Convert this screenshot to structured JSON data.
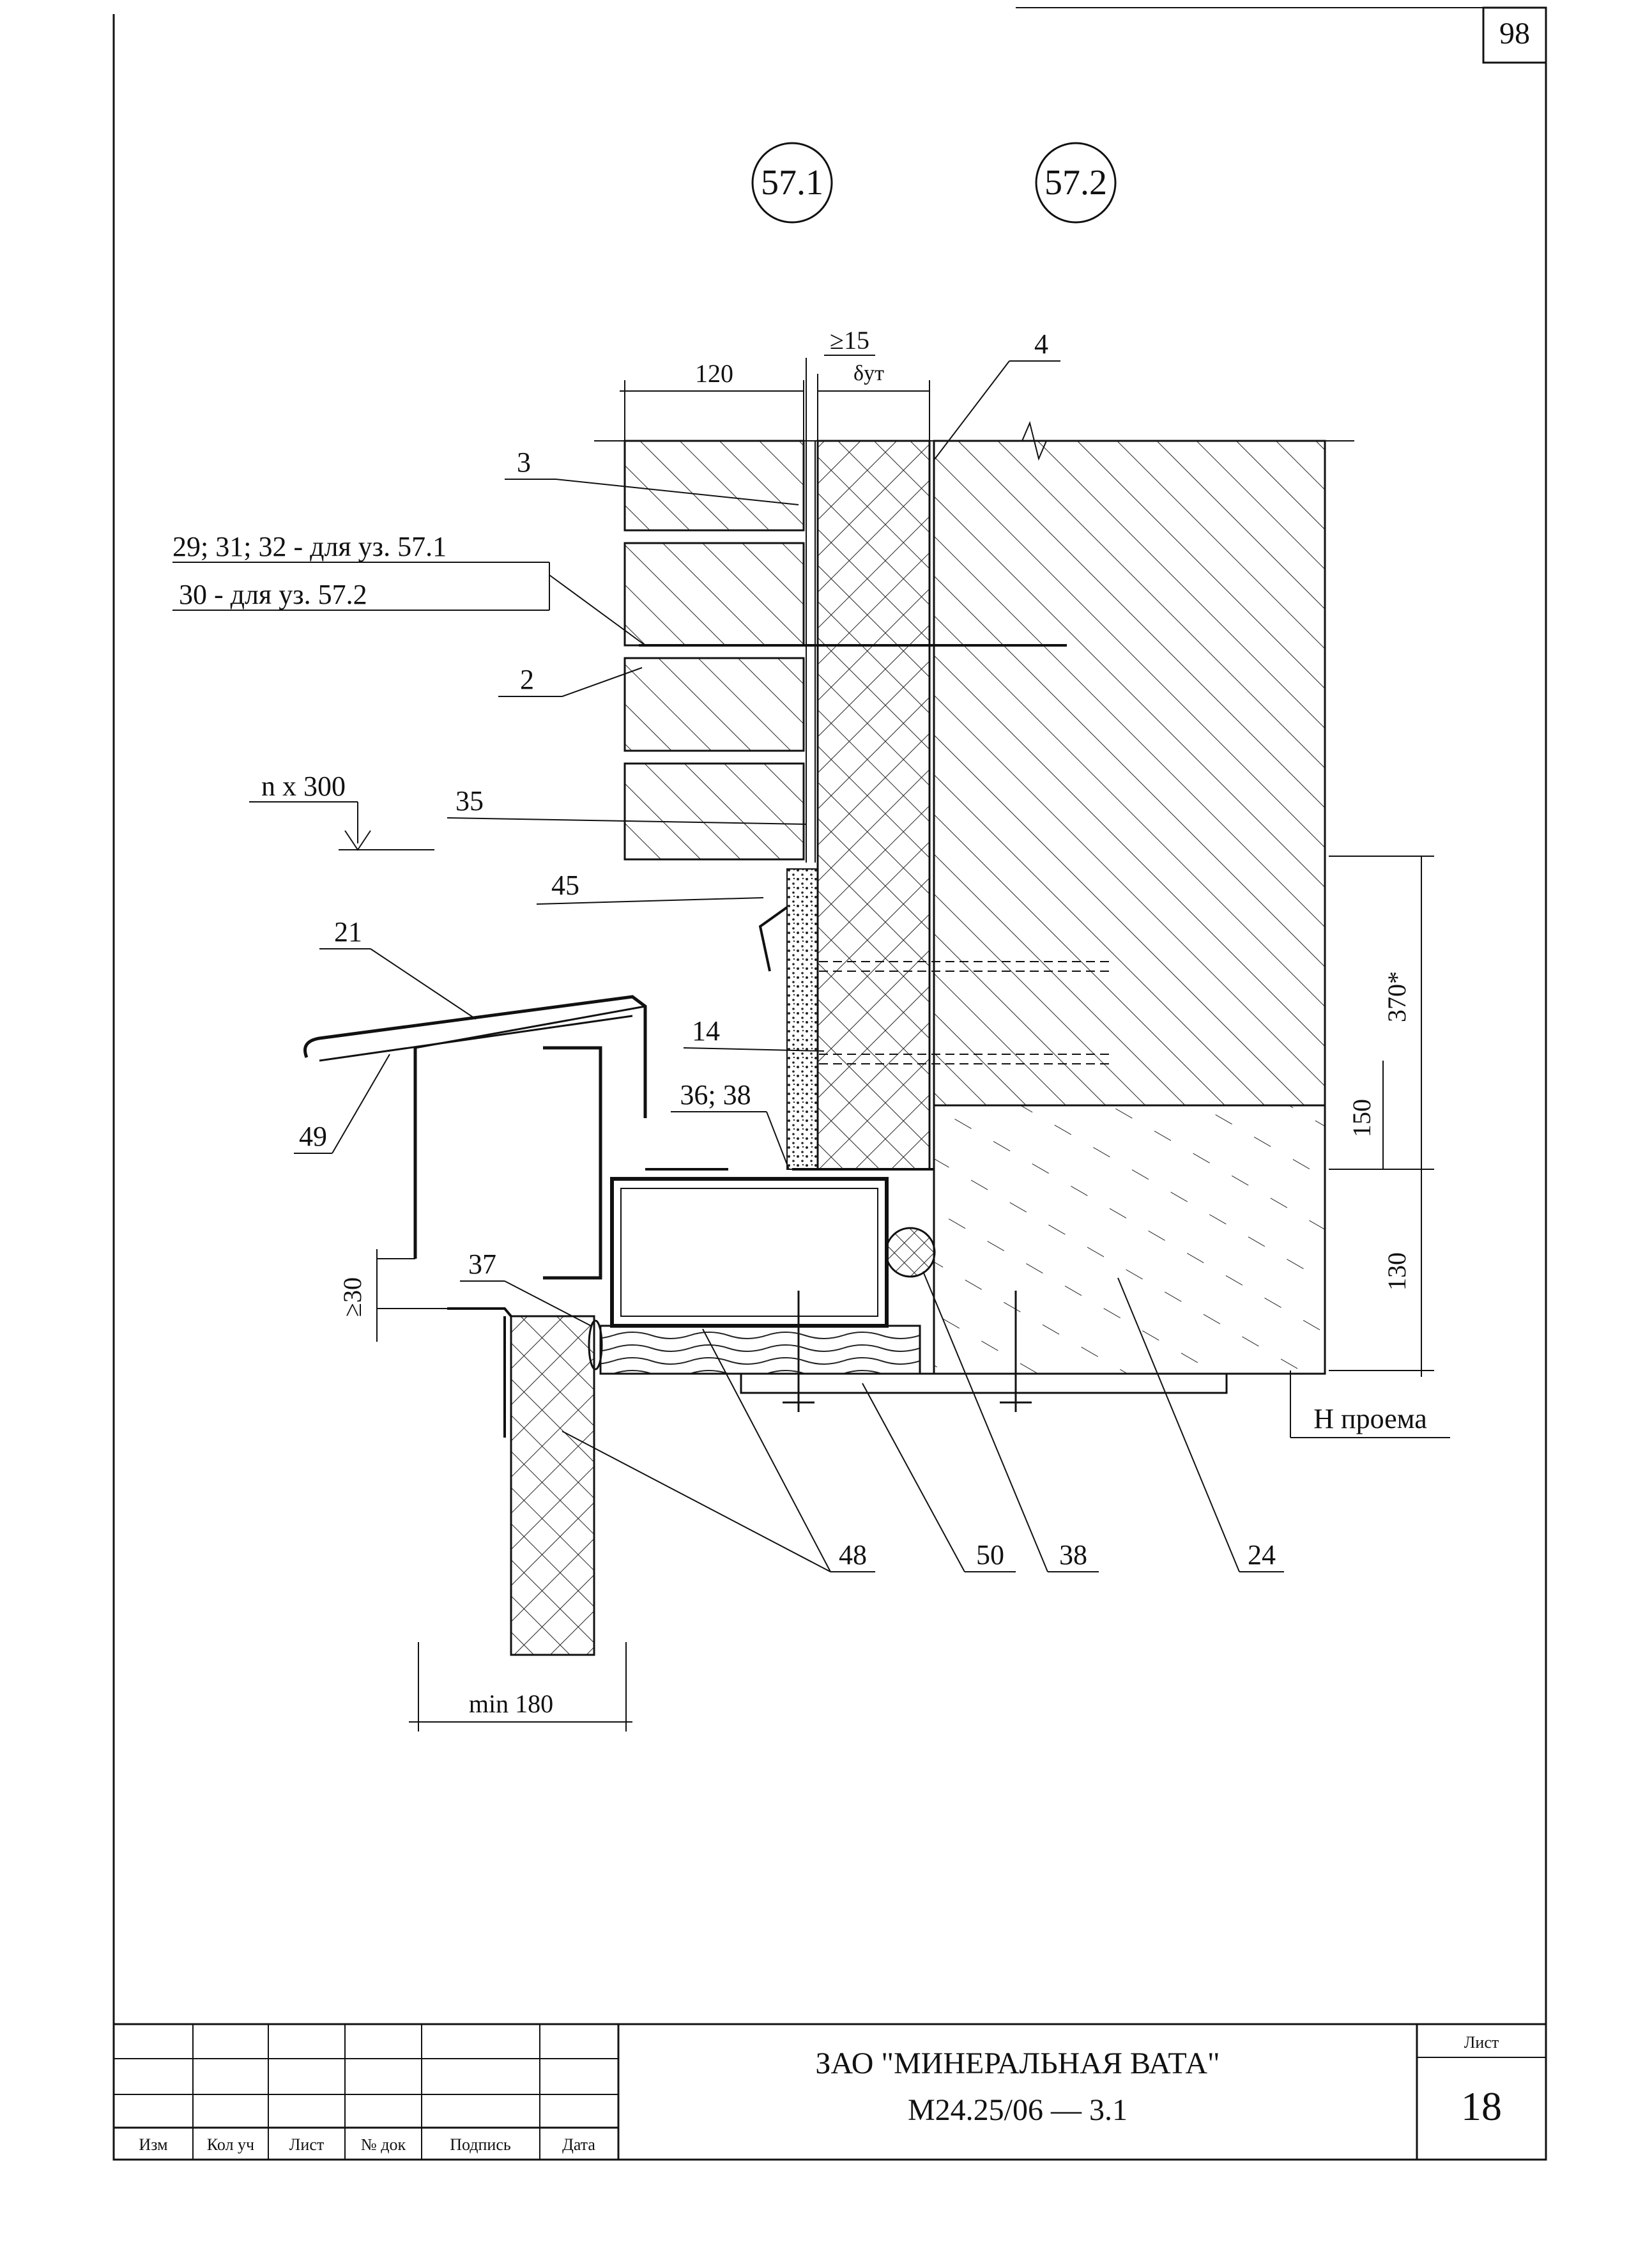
{
  "page_number": "98",
  "node_refs": [
    "57.1",
    "57.2"
  ],
  "callouts": {
    "c2": "2",
    "c3": "3",
    "c4": "4",
    "c14": "14",
    "c21": "21",
    "c24": "24",
    "c35": "35",
    "c37": "37",
    "c38": "38",
    "c45": "45",
    "c48": "48",
    "c49": "49",
    "c50": "50",
    "c36_38": "36; 38",
    "note1": "29; 31; 32 - для уз. 57.1",
    "note2": "30 - для уз. 57.2",
    "level": "n x 300"
  },
  "dimensions": {
    "d120": "120",
    "d15": "≥15",
    "dut": "δут",
    "d370": "370*",
    "d150": "150",
    "d130": "130",
    "d30": "≥30",
    "dmin180": "min 180",
    "opening": "Н проема"
  },
  "title_block": {
    "col_izm": "Изм",
    "col_kol": "Кол уч",
    "col_list": "Лист",
    "col_ndok": "№ док",
    "col_podpis": "Подпись",
    "col_data": "Дата",
    "company": "ЗАО \"МИНЕРАЛЬНАЯ ВАТА\"",
    "doc_code": "М24.25/06  —  3.1",
    "sheet_label": "Лист",
    "sheet_number": "18"
  }
}
